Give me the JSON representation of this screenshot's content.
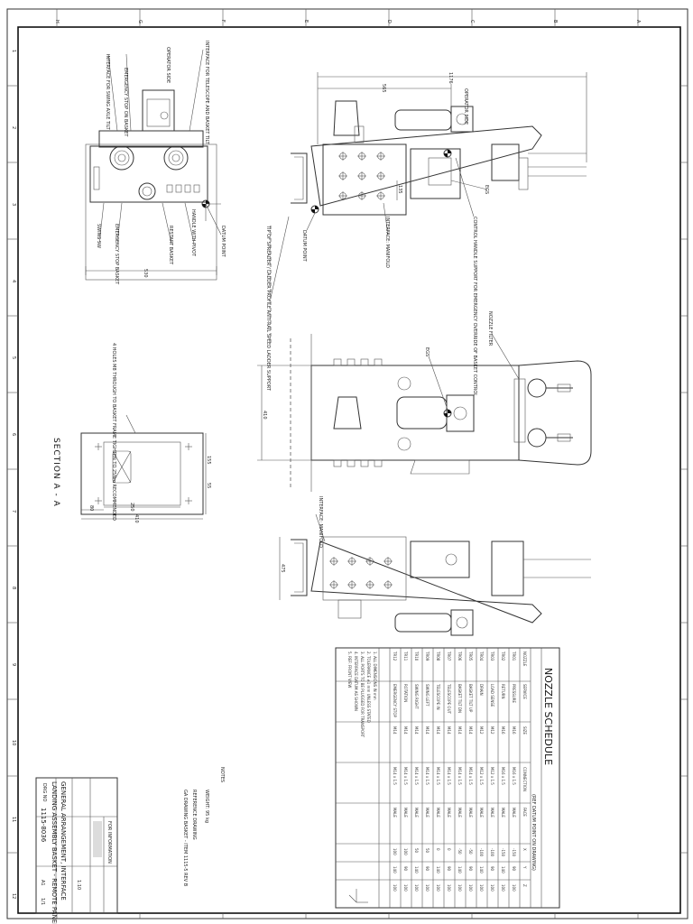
{
  "border": {
    "top_letters": [
      "H",
      "G",
      "F",
      "E",
      "D",
      "C",
      "B",
      "A"
    ],
    "side_numbers": [
      "1",
      "2",
      "3",
      "4",
      "5",
      "6",
      "7",
      "8",
      "9",
      "10",
      "11",
      "12"
    ]
  },
  "side_view_top": {
    "dim_overall": "1176",
    "dim_inner": "565",
    "label_operator_side": "OPERATOR SIDE",
    "callout_egs": "EGS",
    "callout_datum": "DATUM POINT",
    "callout_interface": "INTERFACE: MANIFOLD",
    "callout_control": "CONTROL HANDLE SUPPORT FOR EMERGENCY OVERRIDE OF BASKET CONTROL",
    "callout_tip_rail": "TIP OF SPREADER / LADDER PROFILE ANTI-RAIL SPEED LADDER SUPPORT",
    "dim_135": "135"
  },
  "end_view": {
    "label_operator_side": "OPERATOR SIDE",
    "callout_swing": "INTERFACE FOR SWING AXLE TILT",
    "callout_telescope": "INTERFACE FOR TELESCOPE AND BASKET TILT",
    "callout_estop_top": "EMERGENCY STOP ON BASKET",
    "callout_estop_bottom": "EMERGENCY STOP BASKET",
    "callout_restart": "RESTART BASKET",
    "callout_handle": "HANDLE WITH PIVOT",
    "callout_swing_sw": "SWING SW",
    "callout_datum": "DATUM POINT",
    "dim_width": "530"
  },
  "plan_view": {
    "callout_egs": "EGS",
    "callout_filter": "NOZZLE FILTER",
    "dim_length": "410"
  },
  "section": {
    "title": "SECTION A - A",
    "note": "4 HOLES M8 THROUGH TO BASKET FRAME TIGHTEN TO 25Nm RECOMMENDED",
    "dim_total": "410",
    "dim_inner": "250",
    "dim_80": "80",
    "dim_side": "155",
    "dim_55": "55"
  },
  "side_view_bottom": {
    "callout_interface": "INTERFACE: MANIFOLD",
    "dim_height": "475"
  },
  "nozzle_schedule": {
    "title": "NOZZLE SCHEDULE",
    "subtitle": "(REF DATUM POINT ON DRAWING)",
    "headers": [
      "NOZZLE",
      "SERVICE",
      "SIZE",
      "CONNECTION",
      "FACE",
      "X",
      "Y",
      "Z"
    ],
    "rows": [
      [
        "TR01",
        "PRESSURE",
        "M16",
        "M16 x 1.5",
        "MALE",
        "-150",
        "90",
        "100"
      ],
      [
        "TR02",
        "RETURN",
        "M16",
        "M16 x 1.5",
        "MALE",
        "-150",
        "140",
        "100"
      ],
      [
        "TR03",
        "LOAD SENSE",
        "M12",
        "M12 x 1.5",
        "MALE",
        "-100",
        "90",
        "100"
      ],
      [
        "TR04",
        "DRAIN",
        "M12",
        "M12 x 1.5",
        "MALE",
        "-100",
        "140",
        "100"
      ],
      [
        "TR05",
        "BASKET TILT UP",
        "M14",
        "M14 x 1.5",
        "MALE",
        "-50",
        "90",
        "100"
      ],
      [
        "TR06",
        "BASKET TILT DN",
        "M14",
        "M14 x 1.5",
        "MALE",
        "-50",
        "140",
        "100"
      ],
      [
        "TR07",
        "TELESCOPE OUT",
        "M14",
        "M14 x 1.5",
        "MALE",
        "0",
        "90",
        "100"
      ],
      [
        "TR08",
        "TELESCOPE IN",
        "M14",
        "M14 x 1.5",
        "MALE",
        "0",
        "140",
        "100"
      ],
      [
        "TR09",
        "SWING LEFT",
        "M14",
        "M14 x 1.5",
        "MALE",
        "50",
        "90",
        "100"
      ],
      [
        "TR10",
        "SWING RIGHT",
        "M14",
        "M14 x 1.5",
        "MALE",
        "50",
        "140",
        "100"
      ],
      [
        "TR11",
        "ROTATION",
        "M14",
        "M14 x 1.5",
        "MALE",
        "100",
        "90",
        "100"
      ],
      [
        "TR12",
        "EMERGENCY STOP",
        "M14",
        "M14 x 1.5",
        "MALE",
        "100",
        "140",
        "100"
      ]
    ],
    "notes": [
      "1. ALL DIMENSIONS IN mm",
      "2. TOLERANCE ±1 mm UNLESS STATED",
      "3. ALL PORTS TO BE PLUGGED FOR TRANSPORT",
      "4. INTERFACE DATUM AS SHOWN",
      "5. REF: FRONT VIEW"
    ]
  },
  "drawing_notes": {
    "heading": "NOTES",
    "line1": "WEIGHT: 95 kg",
    "line2": "REFERENCE DRAWING",
    "line3": "GA DRAWING BASKET - ITEM 1115-5 REV B"
  },
  "title_block": {
    "title_line1": "GENERAL ARRANGEMENT, INTERFACE",
    "title_line2": "LANDING ASSEMBLY BASKET - REMOTE PANEL",
    "drawing_no": "1115-8036",
    "drawing_no_label": "DRG NO",
    "rev": "A1",
    "sheet": "1/1",
    "scale": "1:10",
    "status": "FOR INFORMATION"
  }
}
